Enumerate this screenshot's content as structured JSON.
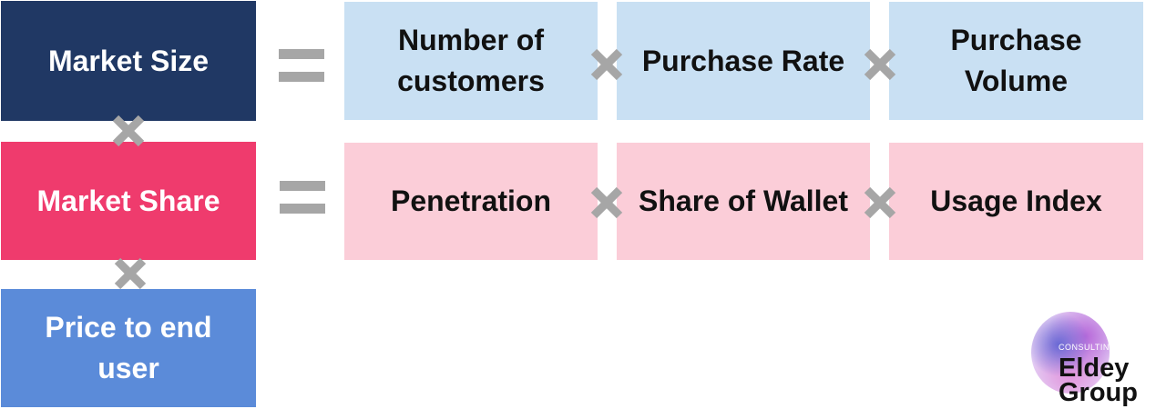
{
  "diagram": {
    "rows": [
      {
        "label": "Market Size",
        "color": "#203864",
        "equals": "=",
        "factors": [
          "Number of customers",
          "Purchase Rate",
          "Purchase Volume"
        ],
        "factor_color": "#c9e0f3"
      },
      {
        "label": "Market Share",
        "color": "#ef3b6d",
        "equals": "=",
        "factors": [
          "Penetration",
          "Share of Wallet",
          "Usage Index"
        ],
        "factor_color": "#fbcdd8"
      },
      {
        "label": "Price to end user",
        "color": "#5b8bd9"
      }
    ],
    "operator_icon": "multiply-icon",
    "operator_color": "#a6a6a6"
  },
  "logo": {
    "small_text": "CONSULTING",
    "name_line1": "Eldey",
    "name_line2": "Group"
  }
}
